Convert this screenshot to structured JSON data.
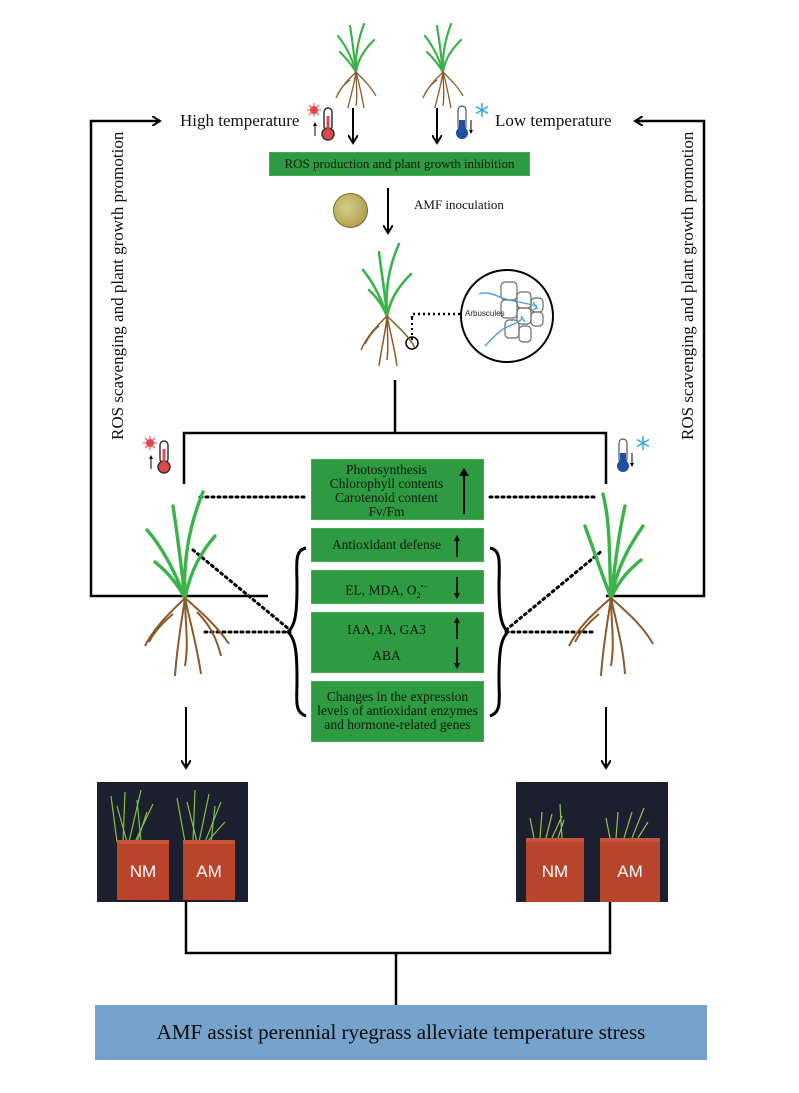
{
  "top": {
    "high_temp_label": "High temperature",
    "low_temp_label": "Low temperature",
    "ros_box": "ROS production and plant growth inhibition",
    "amf_inoculation": "AMF inoculation",
    "arbuscules_label": "Arbuscules"
  },
  "side_loops": {
    "left": "ROS scavenging and plant growth promotion",
    "right": "ROS scavenging and plant growth promotion"
  },
  "effects": [
    {
      "lines": [
        "Photosynthesis",
        "Chlorophyll contents",
        "Carotenoid content",
        "Fv/Fm"
      ],
      "direction": "up"
    },
    {
      "lines": [
        "Antioxidant defense"
      ],
      "direction": "up"
    },
    {
      "lines": [
        "EL, MDA, O2•⁻"
      ],
      "direction": "down"
    },
    {
      "lines": [
        "IAA, JA, GA3",
        "ABA"
      ],
      "direction": "up-down"
    },
    {
      "lines": [
        "Changes in the expression",
        "levels of antioxidant enzymes",
        "and hormone-related genes"
      ],
      "direction": "none"
    }
  ],
  "effect_text": {
    "e0l0": "Photosynthesis",
    "e0l1": "Chlorophyll contents",
    "e0l2": "Carotenoid content",
    "e0l3": "Fv/Fm",
    "e1l0": "Antioxidant defense",
    "e2l0": "EL, MDA, O",
    "e2sub": "2",
    "e2sup": "•−",
    "e3l0": "IAA, JA, GA3",
    "e3l1": "ABA",
    "e4l0": "Changes in the expression",
    "e4l1": "levels of antioxidant enzymes",
    "e4l2": "and hormone-related genes"
  },
  "photos": {
    "left": {
      "pots": [
        "NM",
        "AM"
      ],
      "condition": "high temperature"
    },
    "right": {
      "pots": [
        "NM",
        "AM"
      ],
      "condition": "low temperature"
    }
  },
  "conclusion": "AMF assist perennial ryegrass alleviate temperature stress",
  "colors": {
    "green_box": "#2e9a42",
    "conclusion_box": "#75a3cc",
    "heat": "#e0474c",
    "cold": "#1f4fa3",
    "snow": "#36a6e0",
    "pot": "#b8442b",
    "photo_bg": "#1b1f2e"
  },
  "icons": {
    "heat": "thermometer-high-icon",
    "cold": "thermometer-low-icon",
    "sun": "sun-icon",
    "snow": "snowflake-icon"
  }
}
